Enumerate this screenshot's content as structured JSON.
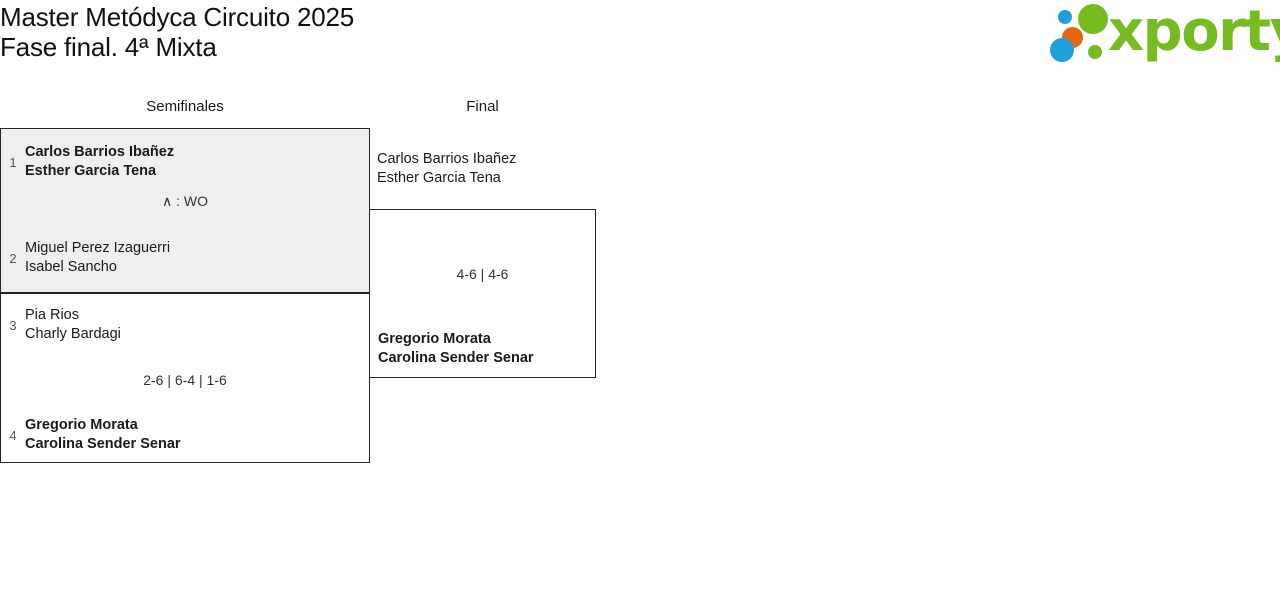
{
  "header": {
    "title_line1": "Master Metódyca Circuito 2025",
    "title_line2": "Fase final. 4ª Mixta",
    "logo": {
      "word": "xporty",
      "dot_colors": [
        "#1fa0dc",
        "#76bc21",
        "#e8650d",
        "#1fa0dc",
        "#76bc21"
      ],
      "brand_color": "#76bc21"
    }
  },
  "bracket": {
    "rounds": [
      {
        "name": "semifinales",
        "label": "Semifinales"
      },
      {
        "name": "final",
        "label": "Final"
      }
    ],
    "matches": {
      "semifinal_1": {
        "top": {
          "seed": "1",
          "player1": "Carlos Barrios Ibañez",
          "player2": "Esther Garcia Tena",
          "winner": true
        },
        "bottom": {
          "seed": "2",
          "player1": "Miguel Perez Izaguerri",
          "player2": "Isabel Sancho",
          "winner": false
        },
        "score": "∧ : WO"
      },
      "semifinal_2": {
        "top": {
          "seed": "3",
          "player1": "Pia Rios",
          "player2": "Charly Bardagi",
          "winner": false
        },
        "bottom": {
          "seed": "4",
          "player1": "Gregorio Morata",
          "player2": "Carolina Sender Senar",
          "winner": true
        },
        "score": "2-6 | 6-4 | 1-6"
      },
      "final": {
        "top": {
          "seed": "",
          "player1": "Carlos Barrios Ibañez",
          "player2": "Esther Garcia Tena",
          "winner": false
        },
        "bottom": {
          "seed": "",
          "player1": "Gregorio Morata",
          "player2": "Carolina Sender Senar",
          "winner": true
        },
        "score": "4-6 | 4-6"
      }
    }
  }
}
